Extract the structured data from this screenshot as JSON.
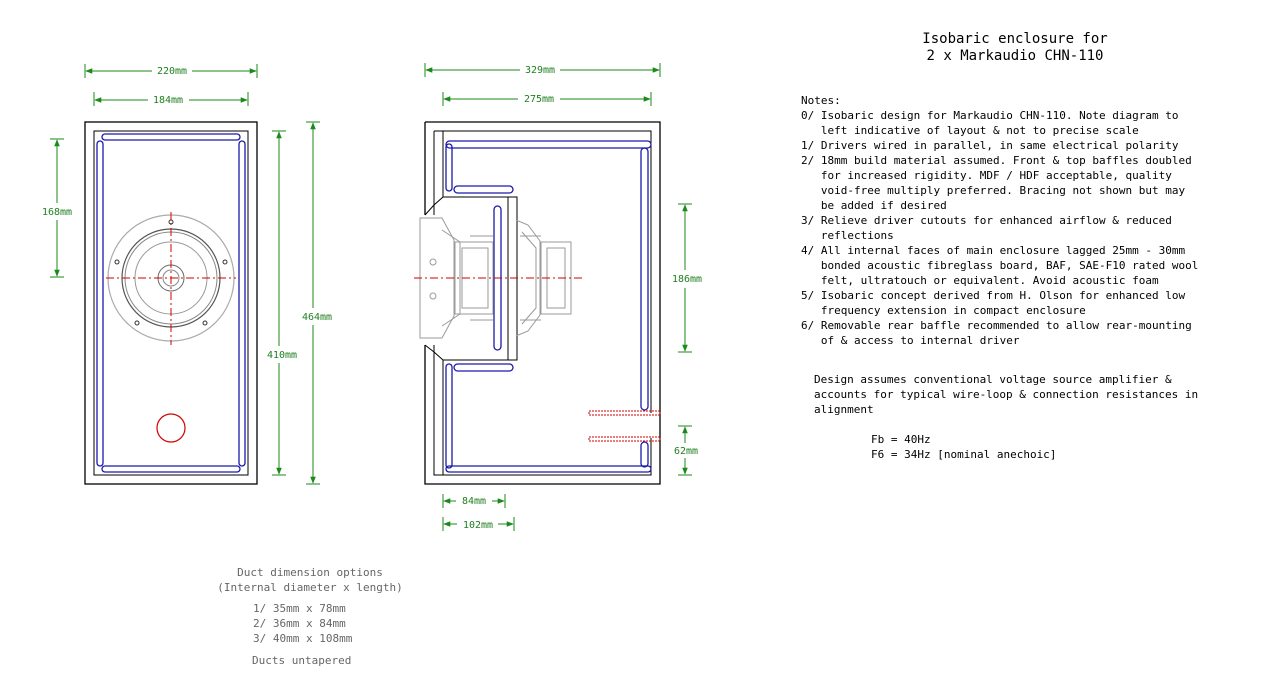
{
  "title": {
    "line1": "Isobaric enclosure for",
    "line2": "2 x Markaudio CHN-110"
  },
  "dimensions": {
    "front_outer_width": "220mm",
    "front_inner_width": "184mm",
    "front_driver_height": "168mm",
    "front_outer_height": "464mm",
    "front_inner_height": "410mm",
    "side_outer_depth": "329mm",
    "side_inner_depth": "275mm",
    "side_chamber_height": "186mm",
    "side_port_height": "62mm",
    "side_chamber_depth_inner": "84mm",
    "side_chamber_depth_outer": "102mm"
  },
  "notes": {
    "heading": "Notes:",
    "lines": [
      "0/ Isobaric design for Markaudio CHN-110. Note diagram to",
      "   left indicative of layout & not to precise scale",
      "1/ Drivers wired in parallel, in same electrical polarity",
      "2/ 18mm build material assumed. Front & top baffles doubled",
      "   for increased rigidity. MDF / HDF acceptable, quality",
      "   void-free multiply preferred. Bracing not shown but may",
      "   be added if desired",
      "3/ Relieve driver cutouts for enhanced airflow & reduced",
      "   reflections",
      "4/ All internal faces of main enclosure lagged 25mm - 30mm",
      "   bonded acoustic fibreglass board, BAF, SAE-F10 rated wool",
      "   felt, ultratouch or equivalent. Avoid acoustic foam",
      "5/ Isobaric concept derived from H. Olson for enhanced low",
      "   frequency extension in compact enclosure",
      "6/ Removable rear baffle recommended to allow rear-mounting",
      "   of & access to internal driver"
    ]
  },
  "assumption": {
    "lines": [
      "Design assumes conventional voltage source amplifier &",
      "accounts for typical wire-loop & connection resistances in",
      "alignment"
    ]
  },
  "tuning": {
    "fb": "Fb = 40Hz",
    "f6": "F6 = 34Hz [nominal anechoic]"
  },
  "ducts": {
    "heading": "Duct dimension options",
    "subheading": "(Internal diameter x length)",
    "options": [
      "1/ 35mm x 78mm",
      "2/ 36mm x 84mm",
      "3/ 40mm x 108mm"
    ],
    "footer": "Ducts untapered"
  },
  "colors": {
    "outline": "#000000",
    "dimension": "#1a8a1a",
    "dimension_text": "#1f7f1f",
    "lagging": "#1a1aaa",
    "driver": "#9a9a9a",
    "centerline": "#d00000",
    "port": "#d00000"
  }
}
